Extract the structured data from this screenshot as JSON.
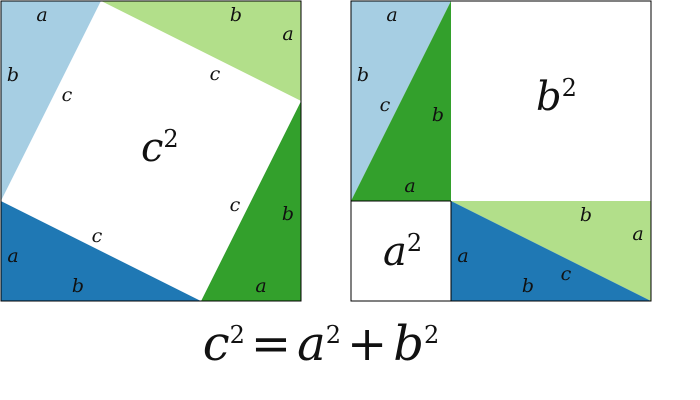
{
  "colors": {
    "light_blue": "#a6cee3",
    "dark_blue": "#1f78b4",
    "light_green": "#b2df8a",
    "dark_green": "#33a02c",
    "square_fill": "#ffffff",
    "outline": "#000000"
  },
  "labels": {
    "a": "a",
    "b": "b",
    "c": "c"
  },
  "left_square": {
    "area_base": "c",
    "area_exp": "2"
  },
  "right_square": {
    "b_area_base": "b",
    "b_area_exp": "2",
    "a_area_base": "a",
    "a_area_exp": "2"
  },
  "equation": {
    "lhs_base": "c",
    "lhs_exp": "2",
    "equals": "=",
    "term1_base": "a",
    "term1_exp": "2",
    "plus": "+",
    "term2_base": "b",
    "term2_exp": "2"
  }
}
